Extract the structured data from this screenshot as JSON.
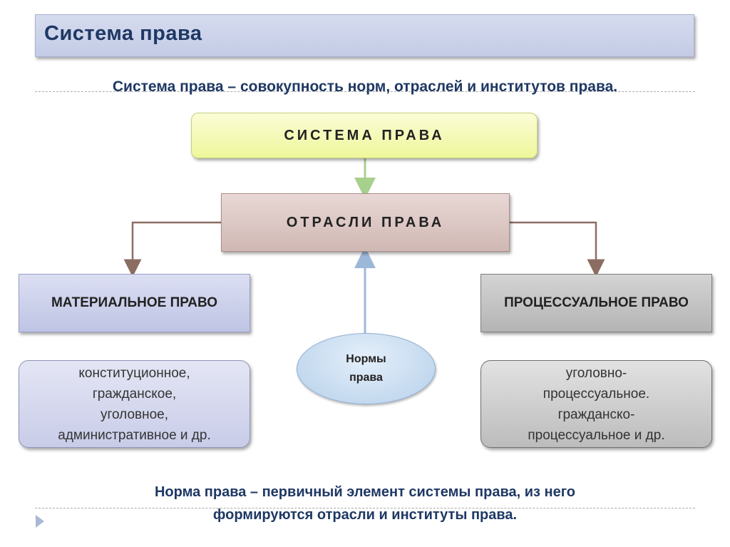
{
  "slide": {
    "title": "Система права",
    "definition": "Система права – совокупность норм, отраслей и институтов права.",
    "footer": "Норма права – первичный элемент системы права, из него\nформируются отрасли и институты права."
  },
  "diagram": {
    "system_box": "СИСТЕМА ПРАВА",
    "branches_box": "ОТРАСЛИ ПРАВА",
    "material_box": "МАТЕРИАЛЬНОЕ ПРАВО",
    "procedural_box": "ПРОЦЕССУАЛЬНОЕ ПРАВО",
    "material_list": "конституционное,\nгражданское,\nуголовное,\nадминистративное и др.",
    "procedural_list": "уголовно-\nпроцессуальное.\nгражданско-\nпроцессуальное и др.",
    "norms_ellipse": "Нормы\nправа"
  },
  "colors": {
    "heading_text": "#1f3864",
    "connector_green": "#a8d08d",
    "connector_brown": "#8c6d62",
    "connector_blue": "#9cb8d8"
  },
  "icons": {
    "nav": "play-triangle-icon"
  }
}
